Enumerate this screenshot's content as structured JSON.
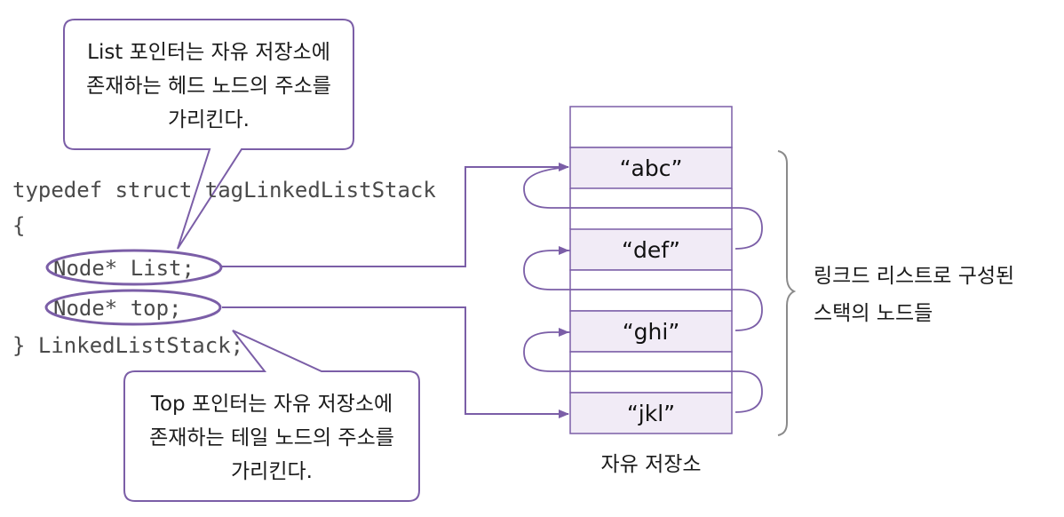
{
  "code": {
    "line1": "typedef struct tagLinkedListStack",
    "line2": "{",
    "line3": "Node* List;",
    "line4": "Node* top;",
    "line5": "} LinkedListStack;"
  },
  "callout_top": {
    "line1": "List 포인터는 자유 저장소에",
    "line2": "존재하는 헤드 노드의 주소를",
    "line3": "가리킨다."
  },
  "callout_bottom": {
    "line1": "Top 포인터는 자유 저장소에",
    "line2": "존재하는 테일 노드의 주소를",
    "line3": "가리킨다."
  },
  "nodes": [
    "“abc”",
    "“def”",
    "“ghi”",
    "“jkl”"
  ],
  "heap_label": "자유 저장소",
  "brace_label": {
    "line1": "링크드 리스트로 구성된",
    "line2": "스택의 노드들"
  },
  "colors": {
    "accent": "#7b5ea7",
    "cell_fill": "#f1ebf6",
    "brace": "#8a8a8a"
  }
}
